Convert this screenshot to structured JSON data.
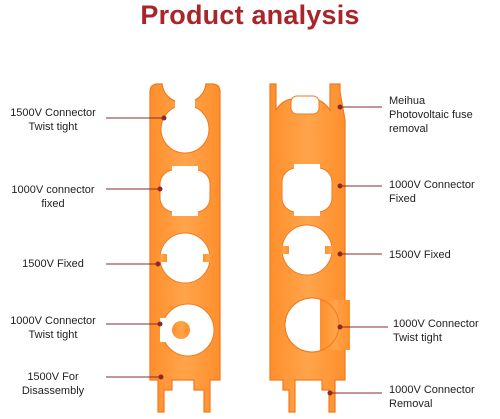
{
  "title": "Product analysis",
  "colors": {
    "title": "#a8252a",
    "tool_orange": "#ff9a3a",
    "tool_edge": "#f07a1e",
    "leader": "#8b2a2a"
  },
  "left_labels": [
    {
      "line1": "1500V Connector",
      "line2": "Twist tight"
    },
    {
      "line1": "1000V connector",
      "line2": "fixed"
    },
    {
      "line1": "1500V Fixed",
      "line2": ""
    },
    {
      "line1": "1000V Connector",
      "line2": "Twist tight"
    },
    {
      "line1": "1500V For",
      "line2": "Disassembly"
    }
  ],
  "right_labels": [
    {
      "line1": "Meihua",
      "line2": "Photovoltaic fuse",
      "line3": "removal"
    },
    {
      "line1": "1000V Connector",
      "line2": "Fixed"
    },
    {
      "line1": "1500V Fixed",
      "line2": ""
    },
    {
      "line1": "1000V Connector",
      "line2": "Twist tight"
    },
    {
      "line1": "1000V Connector",
      "line2": "Removal"
    }
  ]
}
